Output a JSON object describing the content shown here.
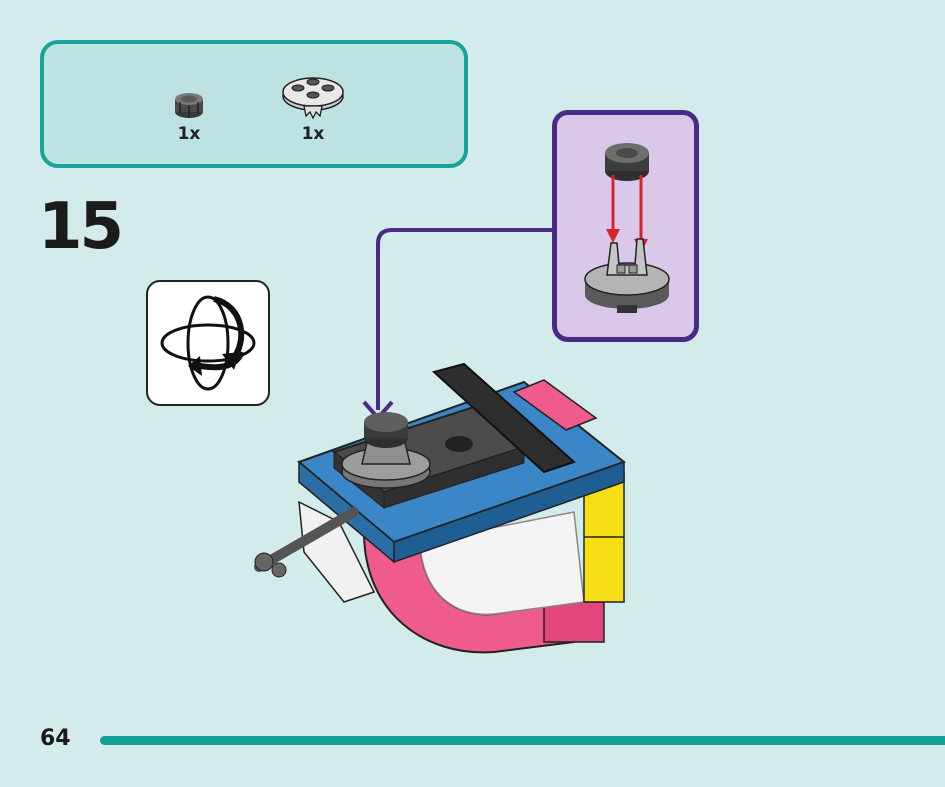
{
  "parts": [
    {
      "icon": "round-black-part-icon",
      "qty": "1x"
    },
    {
      "icon": "round-plate-with-clips-icon",
      "qty": "1x"
    }
  ],
  "step": {
    "number": "15"
  },
  "rotate": {
    "icon": "rotate-model-icon"
  },
  "page": {
    "number": "64"
  },
  "colors": {
    "background": "#d3ebea",
    "parts_box_border": "#15a39a",
    "callout_border": "#4b2a86",
    "callout_fill": "#d9c8ea",
    "arrow_red": "#d6242b",
    "footer_line": "#12a096"
  }
}
